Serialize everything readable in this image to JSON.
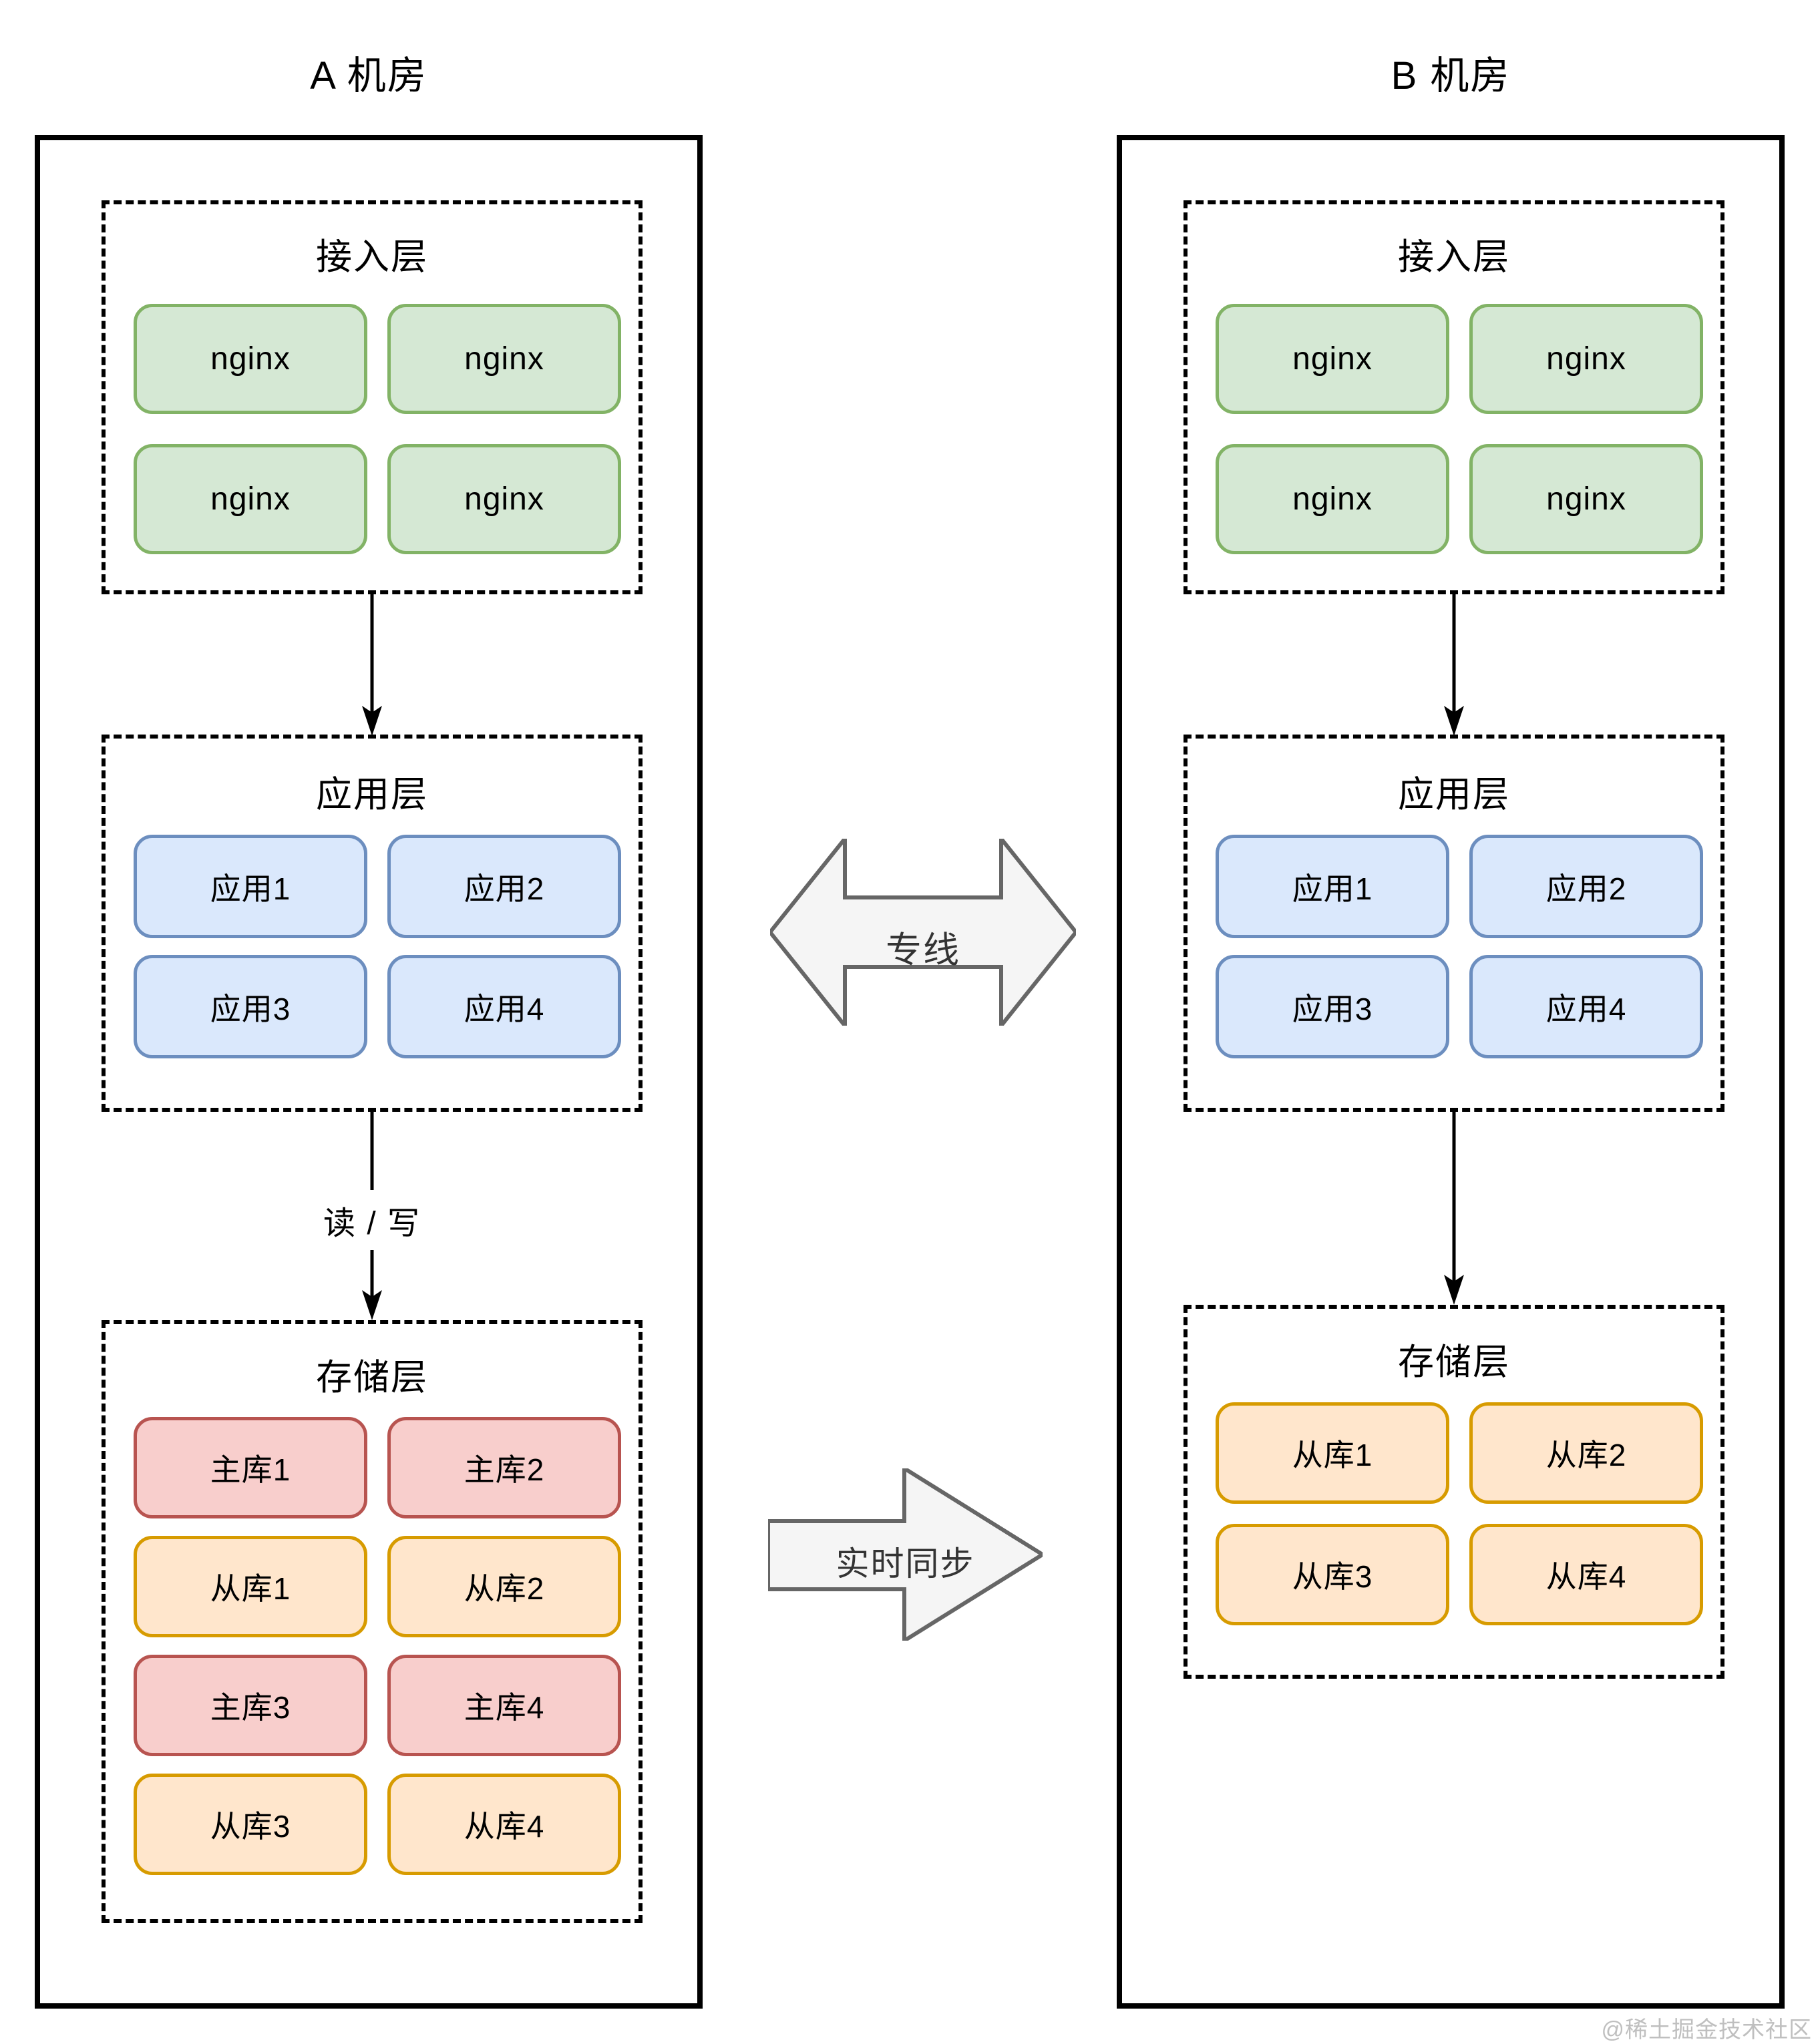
{
  "watermark": "@稀土掘金技术社区",
  "colors": {
    "nginx_fill": "#d5e8d4",
    "nginx_border": "#82b366",
    "app_fill": "#dae8fc",
    "app_border": "#6c8ebf",
    "master_fill": "#f8cecc",
    "master_border": "#b85450",
    "slave_fill": "#ffe6cc",
    "slave_border": "#d79b00",
    "block_arrow_fill": "#f5f5f5",
    "block_arrow_stroke": "#666666",
    "line_color": "#000000",
    "connector_label_color": "#333333",
    "watermark_color": "#bfbfbf"
  },
  "room_a": {
    "title": "A 机房",
    "access": {
      "title": "接入层",
      "boxes": [
        "nginx",
        "nginx",
        "nginx",
        "nginx"
      ]
    },
    "app": {
      "title": "应用层",
      "boxes": [
        "应用1",
        "应用2",
        "应用3",
        "应用4"
      ]
    },
    "storage": {
      "title": "存储层",
      "boxes": [
        "主库1",
        "主库2",
        "从库1",
        "从库2",
        "主库3",
        "主库4",
        "从库3",
        "从库4"
      ]
    },
    "read_write_label": "读 / 写"
  },
  "room_b": {
    "title": "B 机房",
    "access": {
      "title": "接入层",
      "boxes": [
        "nginx",
        "nginx",
        "nginx",
        "nginx"
      ]
    },
    "app": {
      "title": "应用层",
      "boxes": [
        "应用1",
        "应用2",
        "应用3",
        "应用4"
      ]
    },
    "storage": {
      "title": "存储层",
      "boxes": [
        "从库1",
        "从库2",
        "从库3",
        "从库4"
      ]
    }
  },
  "connectors": {
    "dedicated_line": "专线",
    "realtime_sync": "实时同步"
  }
}
